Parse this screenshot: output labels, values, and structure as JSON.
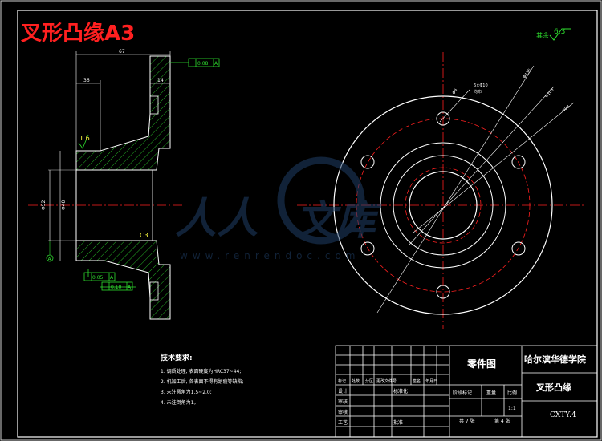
{
  "title": "叉形凸缘A3",
  "roughness": {
    "label": "其余",
    "value": "6.3"
  },
  "section_dims": {
    "overall": "67",
    "left": "36",
    "right": "14",
    "tol_top": "0.08",
    "tol_mid": "0.05",
    "tol_bot": "0.10",
    "bore": "Φ52",
    "outer": "Φ40",
    "datum": "A",
    "finish": "1.6",
    "chamfer": "C3"
  },
  "front_dims": {
    "holes": "6×Φ10",
    "hole_note": "均布",
    "d1": "Φ135",
    "d2": "Φ105",
    "d3": "Φ88",
    "d4": "Φ8"
  },
  "tech_req": {
    "heading": "技术要求:",
    "lines": [
      "1. 调质处理, 表面硬度为HRC37~44;",
      "2. 机加工后, 各表面不得有划痕等缺陷;",
      "3. 未注圆角为1.5~2.0;",
      "4. 未注倒角为1。"
    ]
  },
  "title_block": {
    "drawing_type": "零件图",
    "school": "哈尔滨华德学院",
    "part_name": "叉形凸缘",
    "code": "CXTY.4",
    "scale_value": "1:1",
    "header_cells": [
      "标记",
      "处数",
      "分区",
      "更改文件号",
      "签名",
      "年月日"
    ],
    "row_labels": [
      "设计",
      "审核",
      "审核",
      "工艺"
    ],
    "standardization": "标准化",
    "approve": "批准",
    "stage": "阶段标记",
    "weight": "重量",
    "scale": "比例",
    "sheets_total": "共 7 张",
    "sheet_no": "第 4 张"
  },
  "watermark": {
    "text1": "人人",
    "text2": "文库",
    "url": "www.renrendoc.com"
  }
}
